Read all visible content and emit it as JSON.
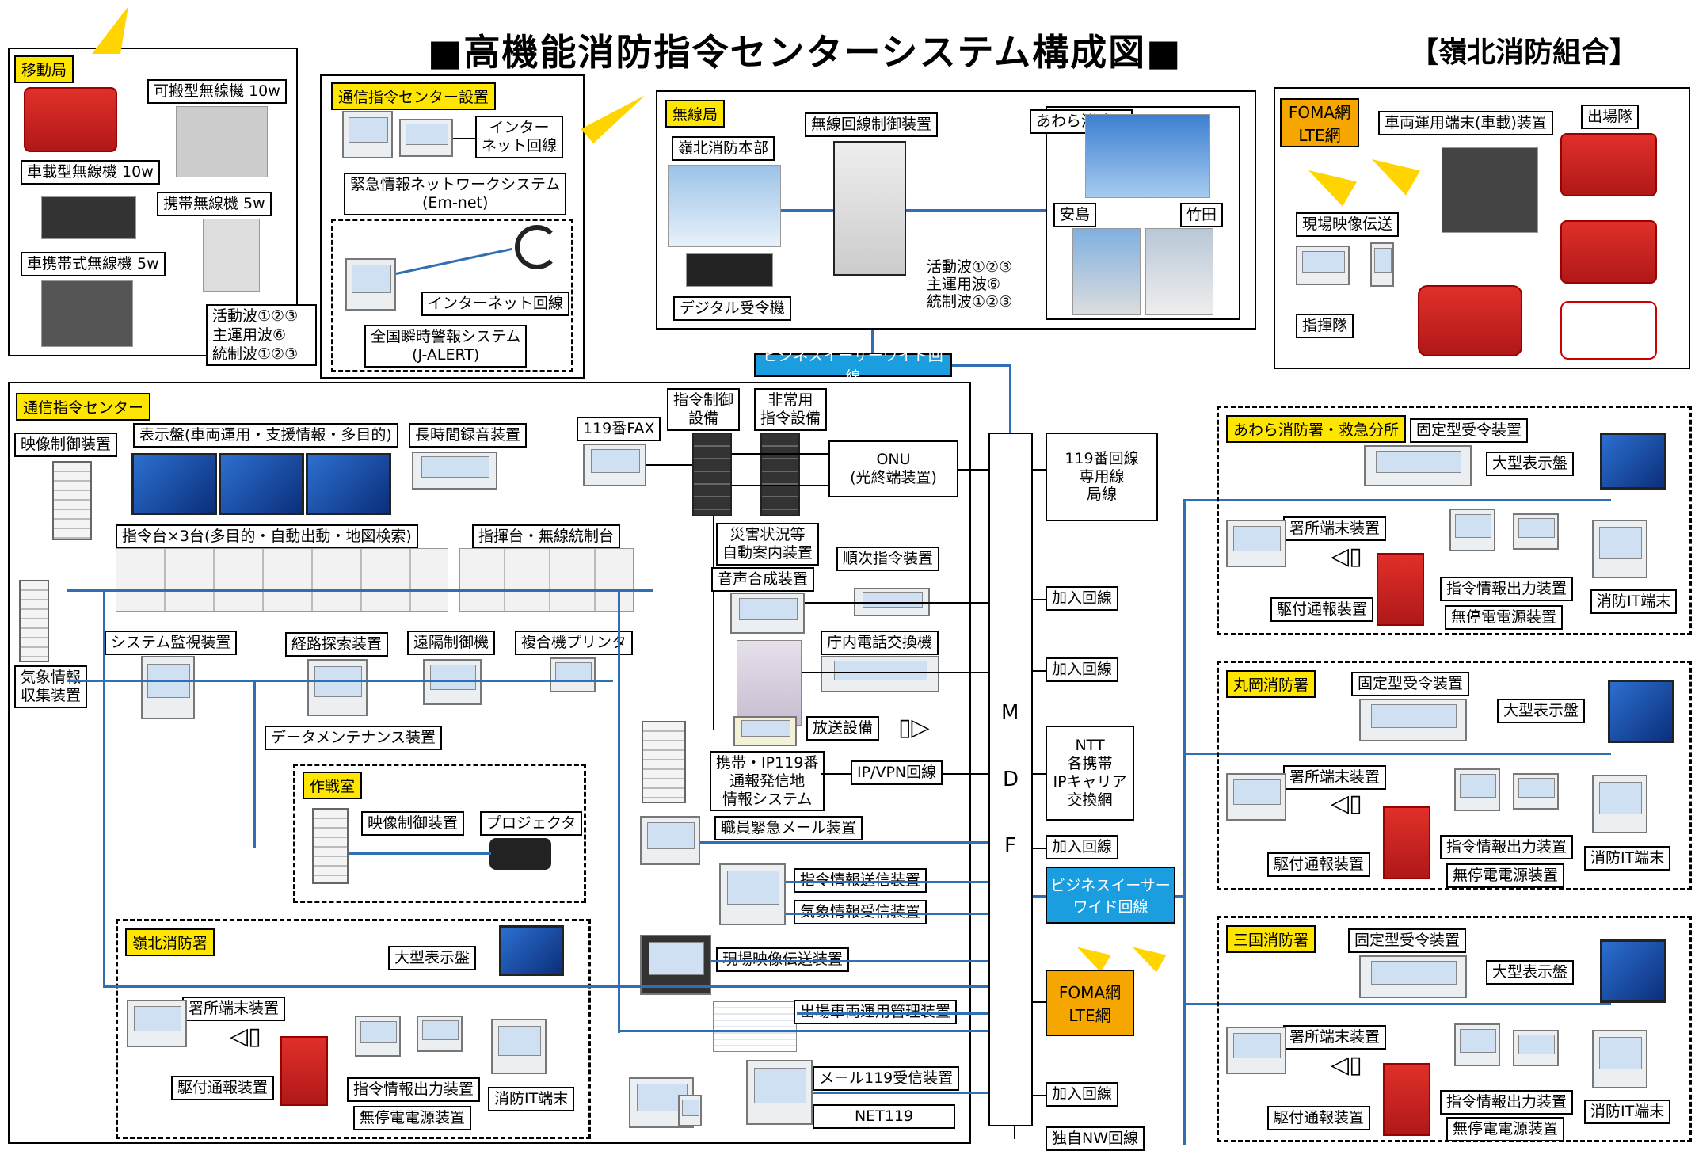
{
  "header": {
    "title": "■高機能消防指令センターシステム構成図■",
    "org": "【嶺北消防組合】"
  },
  "mobile": {
    "title": "移動局",
    "portable_10w": "可搬型無線機 10w",
    "vehicle_10w": "車載型無線機 10w",
    "handheld_5w": "携帯無線機 5w",
    "vehicle_portable_5w": "車携帯式無線機 5w",
    "waves": [
      "活動波①②③",
      "主運用波⑥",
      "統制波①②③"
    ]
  },
  "comm_center_install": {
    "title": "通信指令センター設置",
    "internet_line": "インター\nネット回線",
    "emnet": "緊急情報ネットワークシステム\n(Em-net)",
    "internet_line2": "インターネット回線",
    "jalert": "全国瞬時警報システム\n(J-ALERT)"
  },
  "radio": {
    "title": "無線局",
    "hq": "嶺北消防本部",
    "controller": "無線回線制御装置",
    "digital_rx": "デジタル受令機",
    "awara": "あわら消防署",
    "anto": "安島",
    "takeda": "竹田",
    "waves": [
      "活動波①②③",
      "主運用波⑥",
      "統制波①②③"
    ]
  },
  "foma_top": {
    "net": "FOMA網\nLTE網",
    "terminal": "車両運用端末(車載)装置",
    "unit": "出場隊",
    "video": "現場映像伝送",
    "command": "指揮隊"
  },
  "business_wide_top": "ビジネスイーサーワイド回線",
  "center": {
    "title": "通信指令センター",
    "video_ctrl": "映像制御装置",
    "display": "表示盤(車両運用・支援情報・多目的)",
    "recorder": "長時間録音装置",
    "cmd_desks": "指令台×3台(多目的・自動出動・地図検索)",
    "cmd_radio_desk": "指揮台・無線統制台",
    "weather": "気象情報\n収集装置",
    "sys_monitor": "システム監視装置",
    "route": "経路探索装置",
    "remote": "遠隔制御機",
    "mfp": "複合機プリンタ",
    "data_maint": "データメンテナンス装置",
    "fax": "119番FAX",
    "cmd_ctrl": "指令制御\n設備",
    "emergency_cmd": "非常用\n指令設備",
    "onu": "ONU\n(光終端装置)",
    "disaster_guide": "災害状況等\n自動案内装置",
    "voice_synth": "音声合成装置",
    "sequential": "順次指令装置",
    "pbx": "庁内電話交換機",
    "broadcast": "放送設備",
    "mobile_ip": "携帯・IP119番\n通報発信地\n情報システム",
    "ipvpn": "IP/VPN回線",
    "staff_mail": "職員緊急メール装置",
    "cmd_info_tx": "指令情報送信装置",
    "weather_rx": "気象情報受信装置",
    "field_video": "現場映像伝送装置",
    "dispatch_mgmt": "出場車両運用管理装置",
    "mail119": "メール119受信装置",
    "net119": "NET119"
  },
  "ops_room": {
    "title": "作戦室",
    "video_ctrl": "映像制御装置",
    "projector": "プロジェクタ"
  },
  "reihoku_station": {
    "title": "嶺北消防署",
    "big_display": "大型表示盤",
    "station_terminal": "署所端末装置",
    "alarm": "駆付通報装置",
    "printer": "指令情報出力装置",
    "ups": "無停電電源装置",
    "it_terminal": "消防IT端末"
  },
  "mdf": {
    "letters": [
      "M",
      "D",
      "F"
    ],
    "line119": "119番回線\n専用線\n局線",
    "subscriber": "加入回線",
    "ntt": "NTT\n各携帯\nIPキャリア\n交換網",
    "business_wide": "ビジネスイーサー\nワイド回線",
    "foma": "FOMA網\nLTE網",
    "own_nw": "独自NW回線"
  },
  "stations": [
    {
      "title": "あわら消防署・救急分所",
      "fixed_rx": "固定型受令装置",
      "big_display": "大型表示盤",
      "station_terminal": "署所端末装置",
      "alarm": "駆付通報装置",
      "printer": "指令情報出力装置",
      "ups": "無停電電源装置",
      "it_terminal": "消防IT端末"
    },
    {
      "title": "丸岡消防署",
      "fixed_rx": "固定型受令装置",
      "big_display": "大型表示盤",
      "station_terminal": "署所端末装置",
      "alarm": "駆付通報装置",
      "printer": "指令情報出力装置",
      "ups": "無停電電源装置",
      "it_terminal": "消防IT端末"
    },
    {
      "title": "三国消防署",
      "fixed_rx": "固定型受令装置",
      "big_display": "大型表示盤",
      "station_terminal": "署所端末装置",
      "alarm": "駆付通報装置",
      "printer": "指令情報出力装置",
      "ups": "無停電電源装置",
      "it_terminal": "消防IT端末"
    }
  ],
  "colors": {
    "label_yellow": "#ffe600",
    "network_orange": "#f5a700",
    "network_blue": "#1a9ee0",
    "connector_blue": "#2f6fb3"
  }
}
